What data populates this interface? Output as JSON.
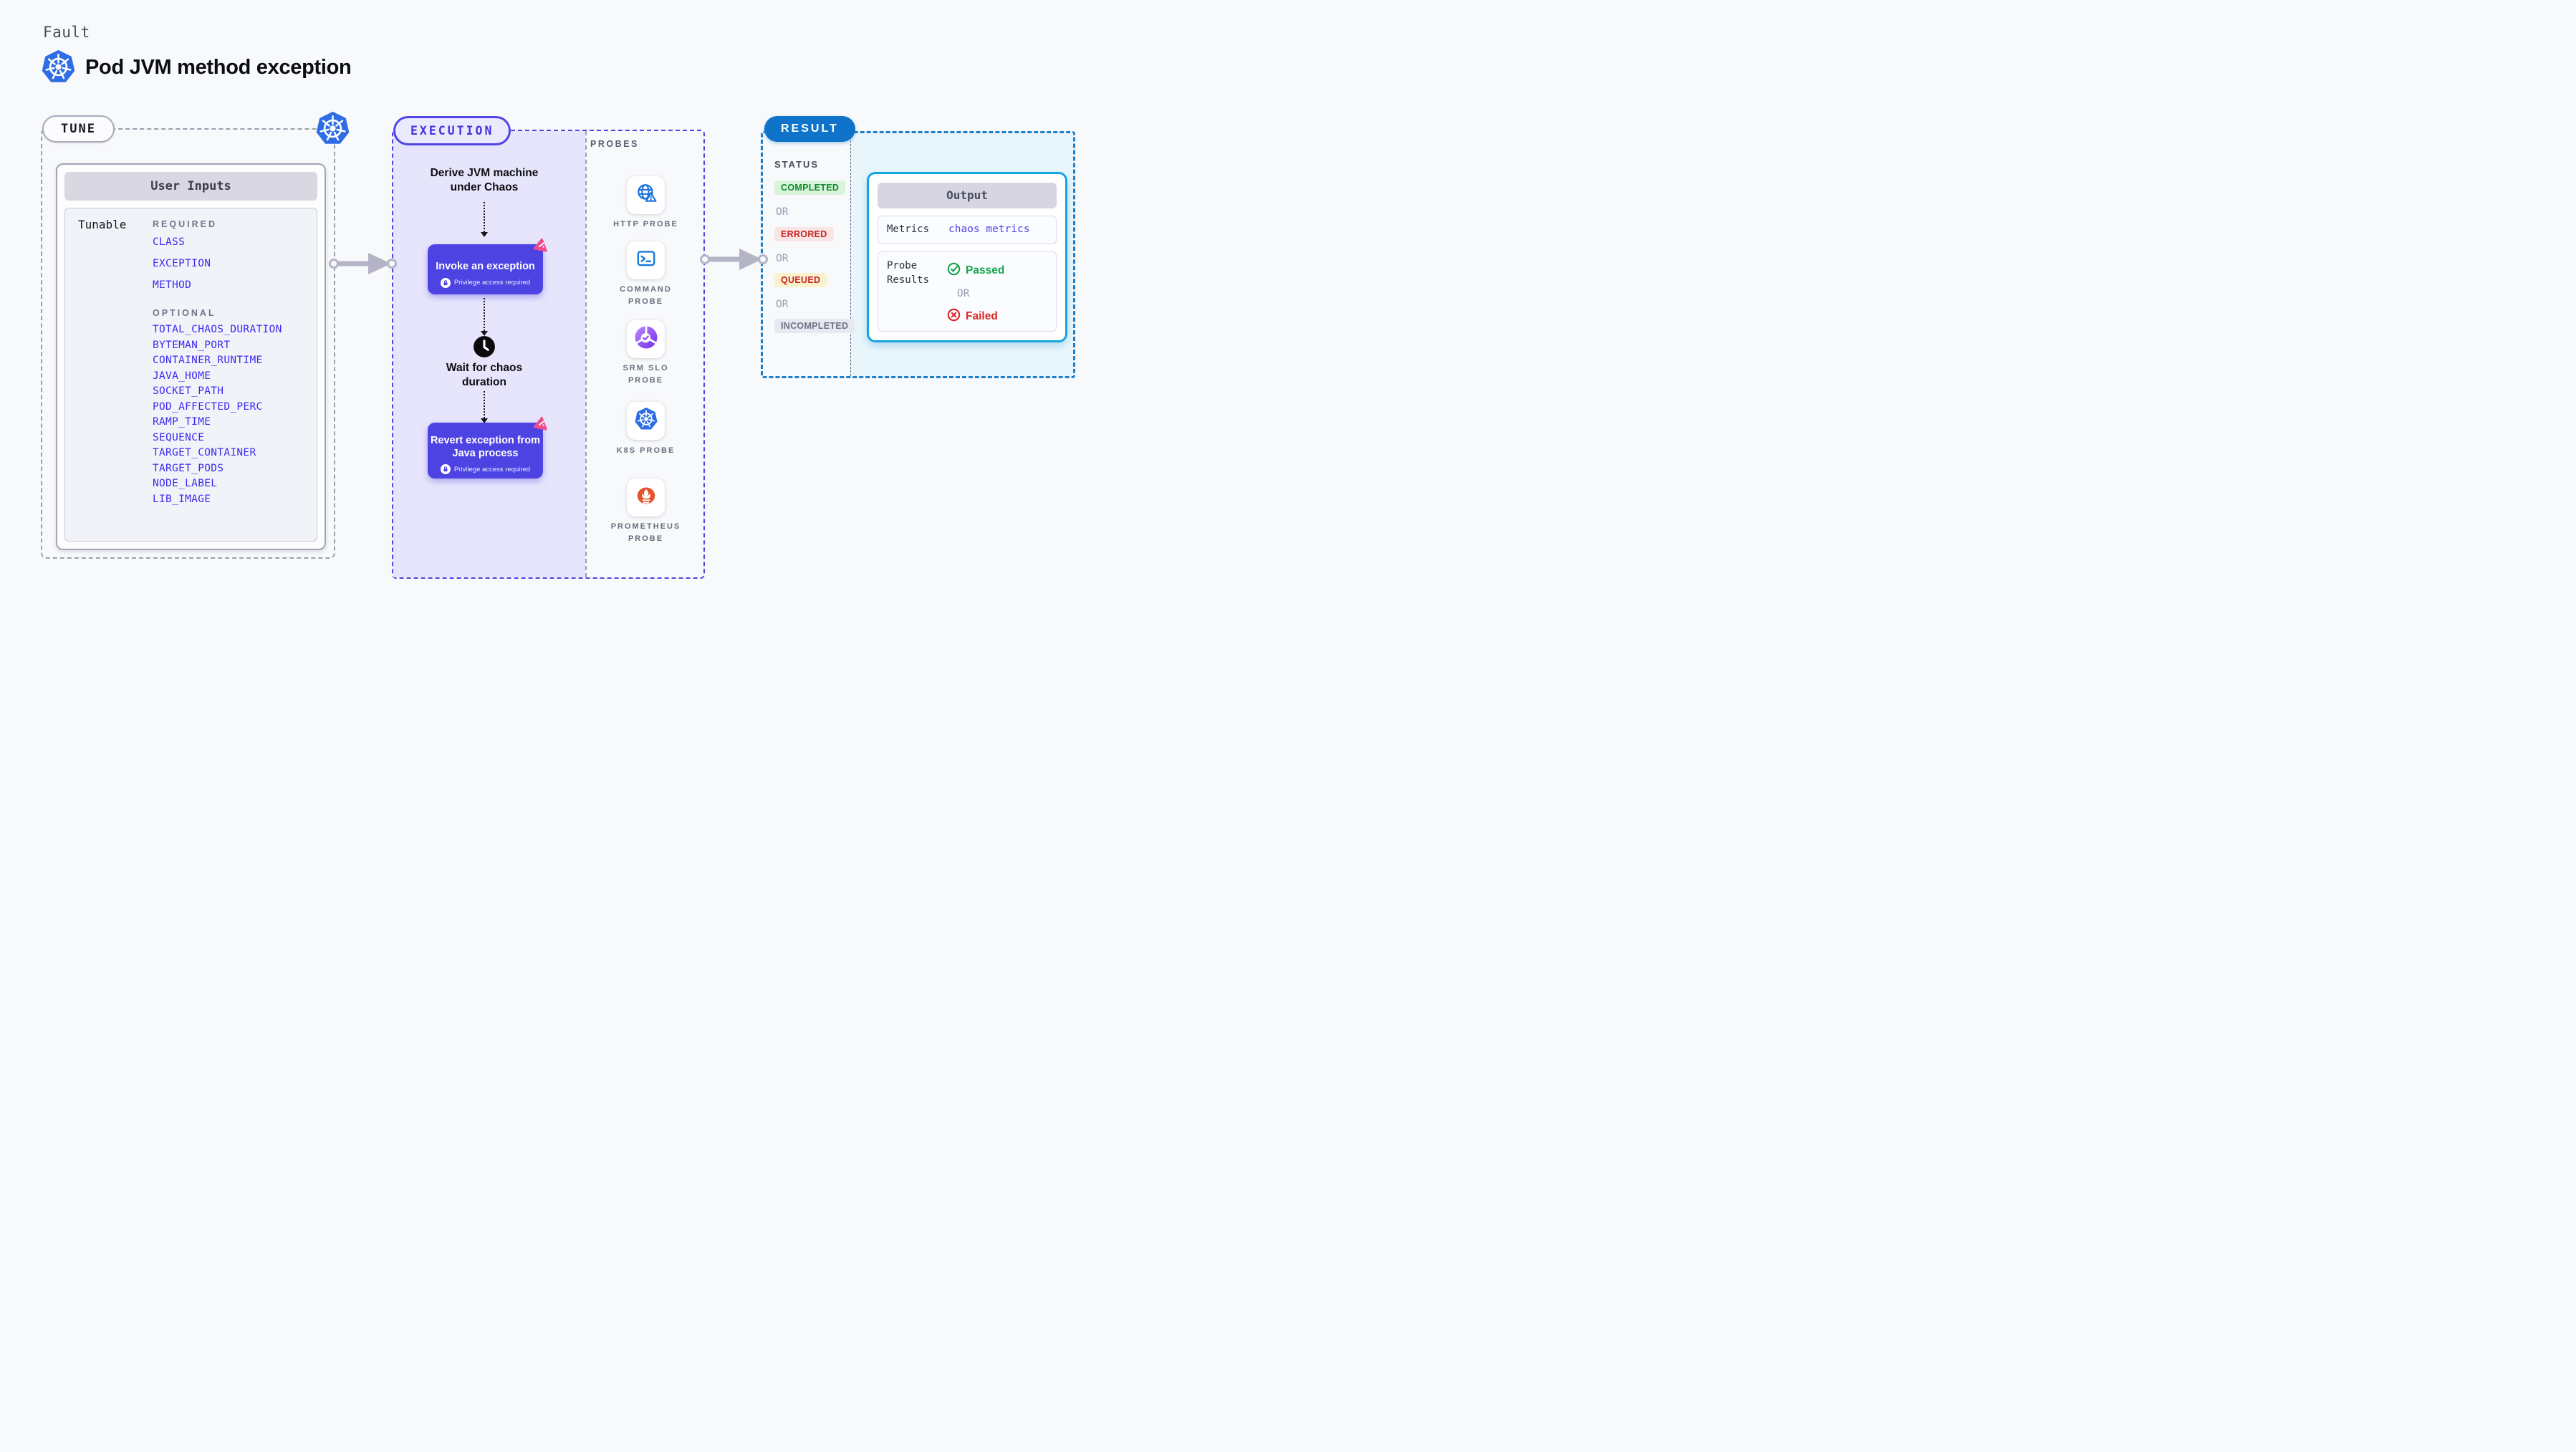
{
  "page": {
    "kicker": "Fault",
    "title": "Pod JVM method exception"
  },
  "tune": {
    "badge": "TUNE",
    "panel_title": "User Inputs",
    "row_label": "Tunable",
    "required_label": "REQUIRED",
    "required_items": [
      "CLASS",
      "EXCEPTION",
      "METHOD"
    ],
    "optional_label": "OPTIONAL",
    "optional_items": [
      "TOTAL_CHAOS_DURATION",
      "BYTEMAN_PORT",
      "CONTAINER_RUNTIME",
      "JAVA_HOME",
      "SOCKET_PATH",
      "POD_AFFECTED_PERC",
      "RAMP_TIME",
      "SEQUENCE",
      "TARGET_CONTAINER",
      "TARGET_PODS",
      "NODE_LABEL",
      "LIB_IMAGE"
    ]
  },
  "execution": {
    "badge": "EXECUTION",
    "derive_label": "Derive JVM machine under Chaos",
    "invoke_label": "Invoke an exception",
    "invoke_note": "Privilege access required",
    "wait_label": "Wait for chaos duration",
    "revert_label": "Revert exception from Java process",
    "revert_note": "Privilege access required"
  },
  "probes": {
    "title": "PROBES",
    "items": [
      {
        "label": "HTTP PROBE",
        "icon": "globe-alert-icon"
      },
      {
        "label": "COMMAND PROBE",
        "icon": "terminal-icon"
      },
      {
        "label": "SRM SLO PROBE",
        "icon": "slo-donut-icon"
      },
      {
        "label": "K8S PROBE",
        "icon": "kubernetes-icon"
      },
      {
        "label": "PROMETHEUS PROBE",
        "icon": "prometheus-icon"
      }
    ]
  },
  "result": {
    "badge": "RESULT",
    "status_label": "STATUS",
    "or": "OR",
    "statuses": [
      {
        "label": "COMPLETED",
        "kind": "success"
      },
      {
        "label": "ERRORED",
        "kind": "error"
      },
      {
        "label": "QUEUED",
        "kind": "queued"
      },
      {
        "label": "INCOMPLETED",
        "kind": "neutral"
      }
    ],
    "output": {
      "title": "Output",
      "metrics_label": "Metrics",
      "metrics_value": "chaos metrics",
      "probe_results_label": "Probe Results",
      "passed_label": "Passed",
      "failed_label": "Failed"
    }
  },
  "colors": {
    "indigo": "#4c43e2",
    "lavender_fill": "#e7e5fb",
    "result_blue": "#0f74c9",
    "output_border": "#13a5e0",
    "light_cyan_fill": "#e8f6fc",
    "success_green": "#17a34a",
    "error_red": "#dc2626",
    "litmus_pink": "#ee4c8c",
    "env_item_blue": "#3a2bf1",
    "kubernetes_blue": "#2e6de5",
    "prometheus_orange": "#e6522c",
    "arrow_gray": "#b4b4c6"
  }
}
